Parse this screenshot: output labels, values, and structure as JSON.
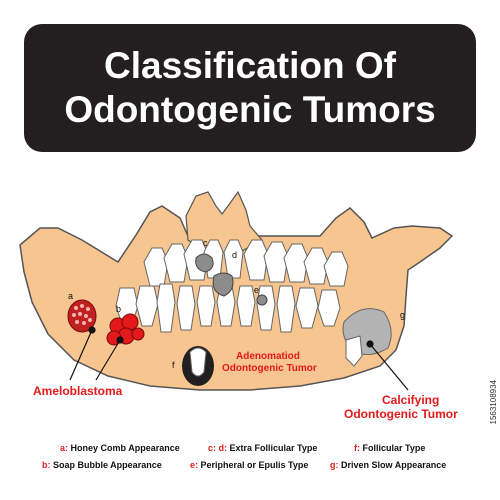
{
  "title": {
    "line1": "Classification Of",
    "line2": "Odontogenic Tumors"
  },
  "diagram_letters": {
    "a": "a",
    "b": "b",
    "c": "c",
    "d": "d",
    "e": "e",
    "f": "f",
    "g": "g"
  },
  "labels": {
    "ameloblastoma": "Ameloblastoma",
    "adenomatoid_line1": "Adenomatiod",
    "adenomatoid_line2": "Odontogenic Tumor",
    "calcifying_line1": "Calcifying",
    "calcifying_line2": "Odontogenic Tumor"
  },
  "legend": [
    {
      "key": "a:",
      "text": "Honey Comb Appearance"
    },
    {
      "key": "c:  d:",
      "text": "Extra Follicular Type"
    },
    {
      "key": "f:",
      "text": "Follicular Type"
    },
    {
      "key": "b:",
      "text": "Soap Bubble Appearance"
    },
    {
      "key": "e:",
      "text": "Peripheral or Epulis Type"
    },
    {
      "key": "g:",
      "text": "Driven Slow Appearance"
    }
  ],
  "watermark": "1563108934",
  "colors": {
    "bone": "#f7c58f",
    "title_bg": "#231f20",
    "accent_red": "#e3191b",
    "tumor_gray": "#a6a6a6"
  }
}
